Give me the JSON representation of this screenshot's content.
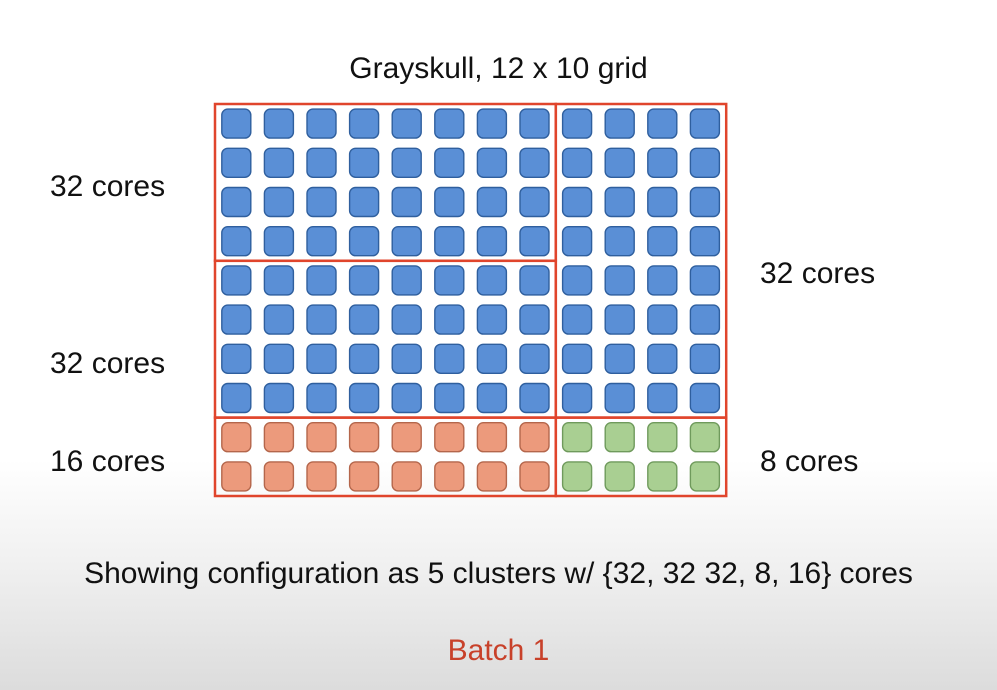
{
  "title": "Grayskull, 12 x 10 grid",
  "grid": {
    "columns": 12,
    "rows": 10
  },
  "colors": {
    "border": "#e0452c",
    "blue_core": "#5a8fd6",
    "blue_core_edge": "#2f5f9e",
    "orange_core": "#ec9a7c",
    "orange_core_edge": "#b4664b",
    "green_core": "#a9cf92",
    "green_core_edge": "#6f9a5c",
    "batch_text": "#c8412a"
  },
  "clusters": [
    {
      "id": "top-left",
      "label": "32 cores",
      "cores": 32,
      "core_color": "blue",
      "col_start": 0,
      "col_count": 8,
      "row_start": 0,
      "row_count": 4
    },
    {
      "id": "middle-left",
      "label": "32 cores",
      "cores": 32,
      "core_color": "blue",
      "col_start": 0,
      "col_count": 8,
      "row_start": 4,
      "row_count": 4
    },
    {
      "id": "right",
      "label": "32 cores",
      "cores": 32,
      "core_color": "blue",
      "col_start": 8,
      "col_count": 4,
      "row_start": 0,
      "row_count": 8
    },
    {
      "id": "bottom-right",
      "label": "8 cores",
      "cores": 8,
      "core_color": "green",
      "col_start": 8,
      "col_count": 4,
      "row_start": 8,
      "row_count": 2
    },
    {
      "id": "bottom-left",
      "label": "16 cores",
      "cores": 16,
      "core_color": "orange",
      "col_start": 0,
      "col_count": 8,
      "row_start": 8,
      "row_count": 2
    }
  ],
  "caption": "Showing configuration as 5 clusters w/ {32, 32 32, 8, 16} cores",
  "batch_label": "Batch 1"
}
